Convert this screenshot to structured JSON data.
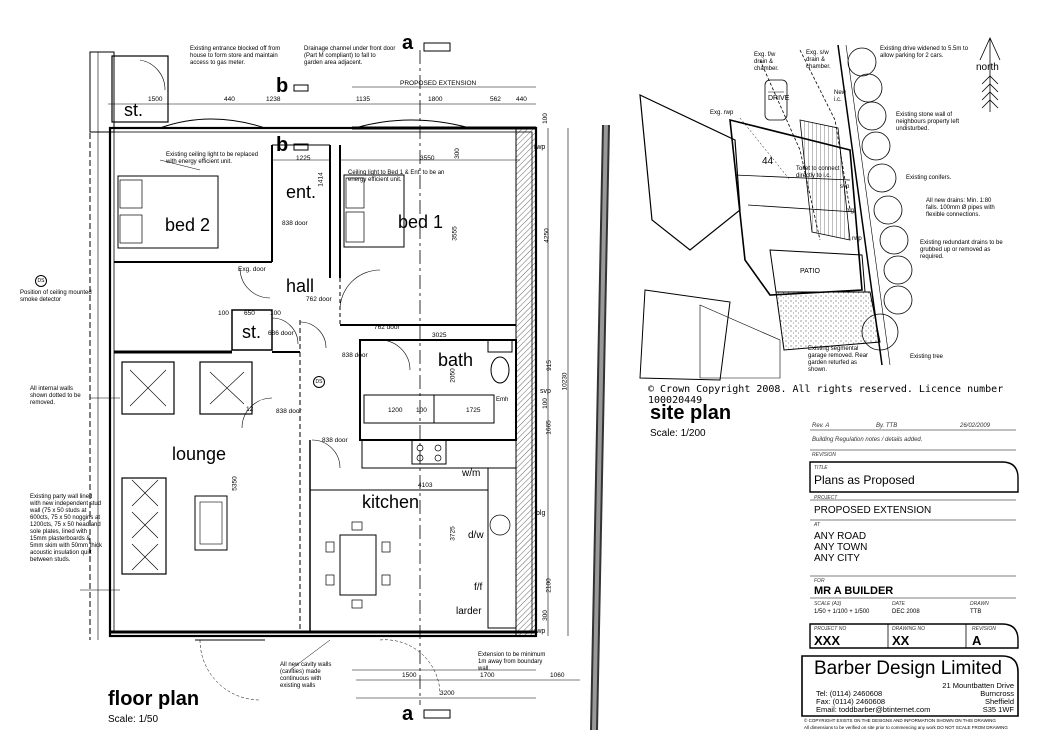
{
  "floor_plan": {
    "title": "floor plan",
    "scale": "Scale: 1/50",
    "rooms": {
      "bed2": "bed 2",
      "ent": "ent.",
      "bed1": "bed 1",
      "hall": "hall",
      "st_top": "st.",
      "st_mid": "st.",
      "bath": "bath",
      "lounge": "lounge",
      "kitchen": "kitchen",
      "wm": "w/m",
      "dw": "d/w",
      "ff": "f/f",
      "larder": "larder",
      "ds1": "DS",
      "ds2": "DS",
      "rwp_top": "rwp",
      "rwp_bottom": "rwp",
      "svp": "svp",
      "blg": "blg"
    },
    "section_marks": {
      "a_top": "a",
      "a_bottom": "a",
      "b_top": "b",
      "b_mid": "b"
    },
    "proposed_extension": "PROPOSED EXTENSION",
    "top_dims": [
      "1500",
      "440",
      "1238",
      "1135",
      "1800",
      "562",
      "440"
    ],
    "inner_dims": {
      "d1225": "1225",
      "d3550": "3550",
      "d100a": "100",
      "d650": "650",
      "d100b": "100",
      "d3025": "3025",
      "d1200": "1200",
      "d100c": "100",
      "d1725": "1725",
      "d4103": "4103"
    },
    "vertical_dims": {
      "v300a": "300",
      "v1414": "1414",
      "v3555": "3555",
      "v4250": "4250",
      "v915": "915",
      "v10230": "10230",
      "v2050": "2050",
      "v1665": "1665",
      "v3725": "3725",
      "v2100": "2100",
      "v5350": "5350",
      "v300b": "300",
      "v100a": "100",
      "v100b": "100",
      "v12": "12"
    },
    "bottom_dims": [
      "1500",
      "1700",
      "1060"
    ],
    "total_width": "3200",
    "doors": {
      "exg_door": "Exg. door",
      "d838_bed2": "838 door",
      "d762_hall": "762 door",
      "d762_bed1": "762 door",
      "d686": "686 door",
      "d838_bath": "838 door",
      "d838_lounge": "838 door",
      "d838_kitchen": "838 door"
    },
    "notes": {
      "entrance": "Existing entrance blocked off from house to form store and maintain access to gas meter.",
      "drainage": "Drainage channel under front door (Part M compliant) to fall to garden area adjacent.",
      "ceiling_light_bed2": "Existing ceiling light to be replaced with energy efficient unit.",
      "ceiling_light_bed1": "Ceiling light to Bed 1 & Ent. to be an energy efficient unit.",
      "smoke": "Position of ceiling mounted smoke detector",
      "internal_walls": "All internal walls shown dotted to be removed.",
      "party_wall": "Existing party wall lined with new independent stud wall (75 x 50 studs at 600cts, 75 x 50 noggins at 1200cts, 75 x 50 head and sole plates, lined with 15mm plasterboards & 5mm skim with 50mm thick acoustic insulation quilt between studs.",
      "cavity_walls": "All new cavity walls (cavities) made continuous with existing walls",
      "extension_min": "Extension to be minimum 1m away from boundary wall.",
      "emh": "Emh"
    }
  },
  "site_plan": {
    "title": "site plan",
    "scale": "Scale: 1/200",
    "north": "north",
    "copyright": "© Crown Copyright 2008. All rights reserved. Licence number 100020449",
    "labels": {
      "drive": "DRIVE",
      "patio": "PATIO",
      "exg_rwp": "Exg. rwp",
      "exg_fw": "Exg. f/w drain & chamber.",
      "exg_sw": "Exg. s/w drain & chamber.",
      "new_ic": "New i.c.",
      "toilet": "Toilet to connect directly to i.c.",
      "svp": "svp",
      "blg": "blg",
      "rwp": "rwp",
      "num": "44"
    },
    "notes": {
      "drive_widened": "Existing drive widened to 5.5m to allow parking for 2 cars.",
      "stone_wall": "Existing stone wall of neighbours property left undisturbed.",
      "conifers": "Existing conifers.",
      "new_drains": "All new drains: Min. 1:80 falls. 100mm Ø pipes with flexible connections.",
      "redundant": "Existing redundant drains to be grubbed up or removed as required.",
      "garage": "Existing segmental garage removed. Rear garden returfed as shown.",
      "tree": "Existing tree"
    }
  },
  "title_block": {
    "rev": "Rev. A",
    "by": "By. TTB",
    "date_rev": "26/02/2009",
    "rev_note": "Building Regulation notes / details added.",
    "revision_label": "REVISION",
    "title_label": "TITLE",
    "title": "Plans as Proposed",
    "project_label": "PROJECT",
    "project": "PROPOSED EXTENSION",
    "at_label": "AT",
    "address": [
      "ANY ROAD",
      "ANY TOWN",
      "ANY CITY"
    ],
    "for_label": "FOR",
    "client": "MR A BUILDER",
    "scale_label": "SCALE (A3)",
    "scale": "1/50 + 1/100 + 1/500",
    "date_label": "DATE",
    "date": "DEC 2008",
    "drawn_label": "DRAWN",
    "drawn": "TTB",
    "project_no_label": "PROJECT NO",
    "project_no": "XXX",
    "drawing_no_label": "DRAWING NO",
    "drawing_no": "XX",
    "revision_box_label": "REVISION",
    "revision": "A",
    "company": "Barber Design Limited",
    "tel": "Tel: (0114) 2460608",
    "fax": "Fax: (0114) 2460608",
    "email": "Email: toddbarber@btinternet.com",
    "address_company": [
      "21 Mountbatten Drive",
      "Burncross",
      "Sheffield",
      "S35 1WF"
    ],
    "copyright": "© COPYRIGHT EXISTS ON THE DESIGNS AND INFORMATION SHOWN ON THIS DRAWING",
    "copyright2": "All dimensions to be verified on site prior to commencing any work  DO NOT SCALE FROM DRAWING"
  }
}
